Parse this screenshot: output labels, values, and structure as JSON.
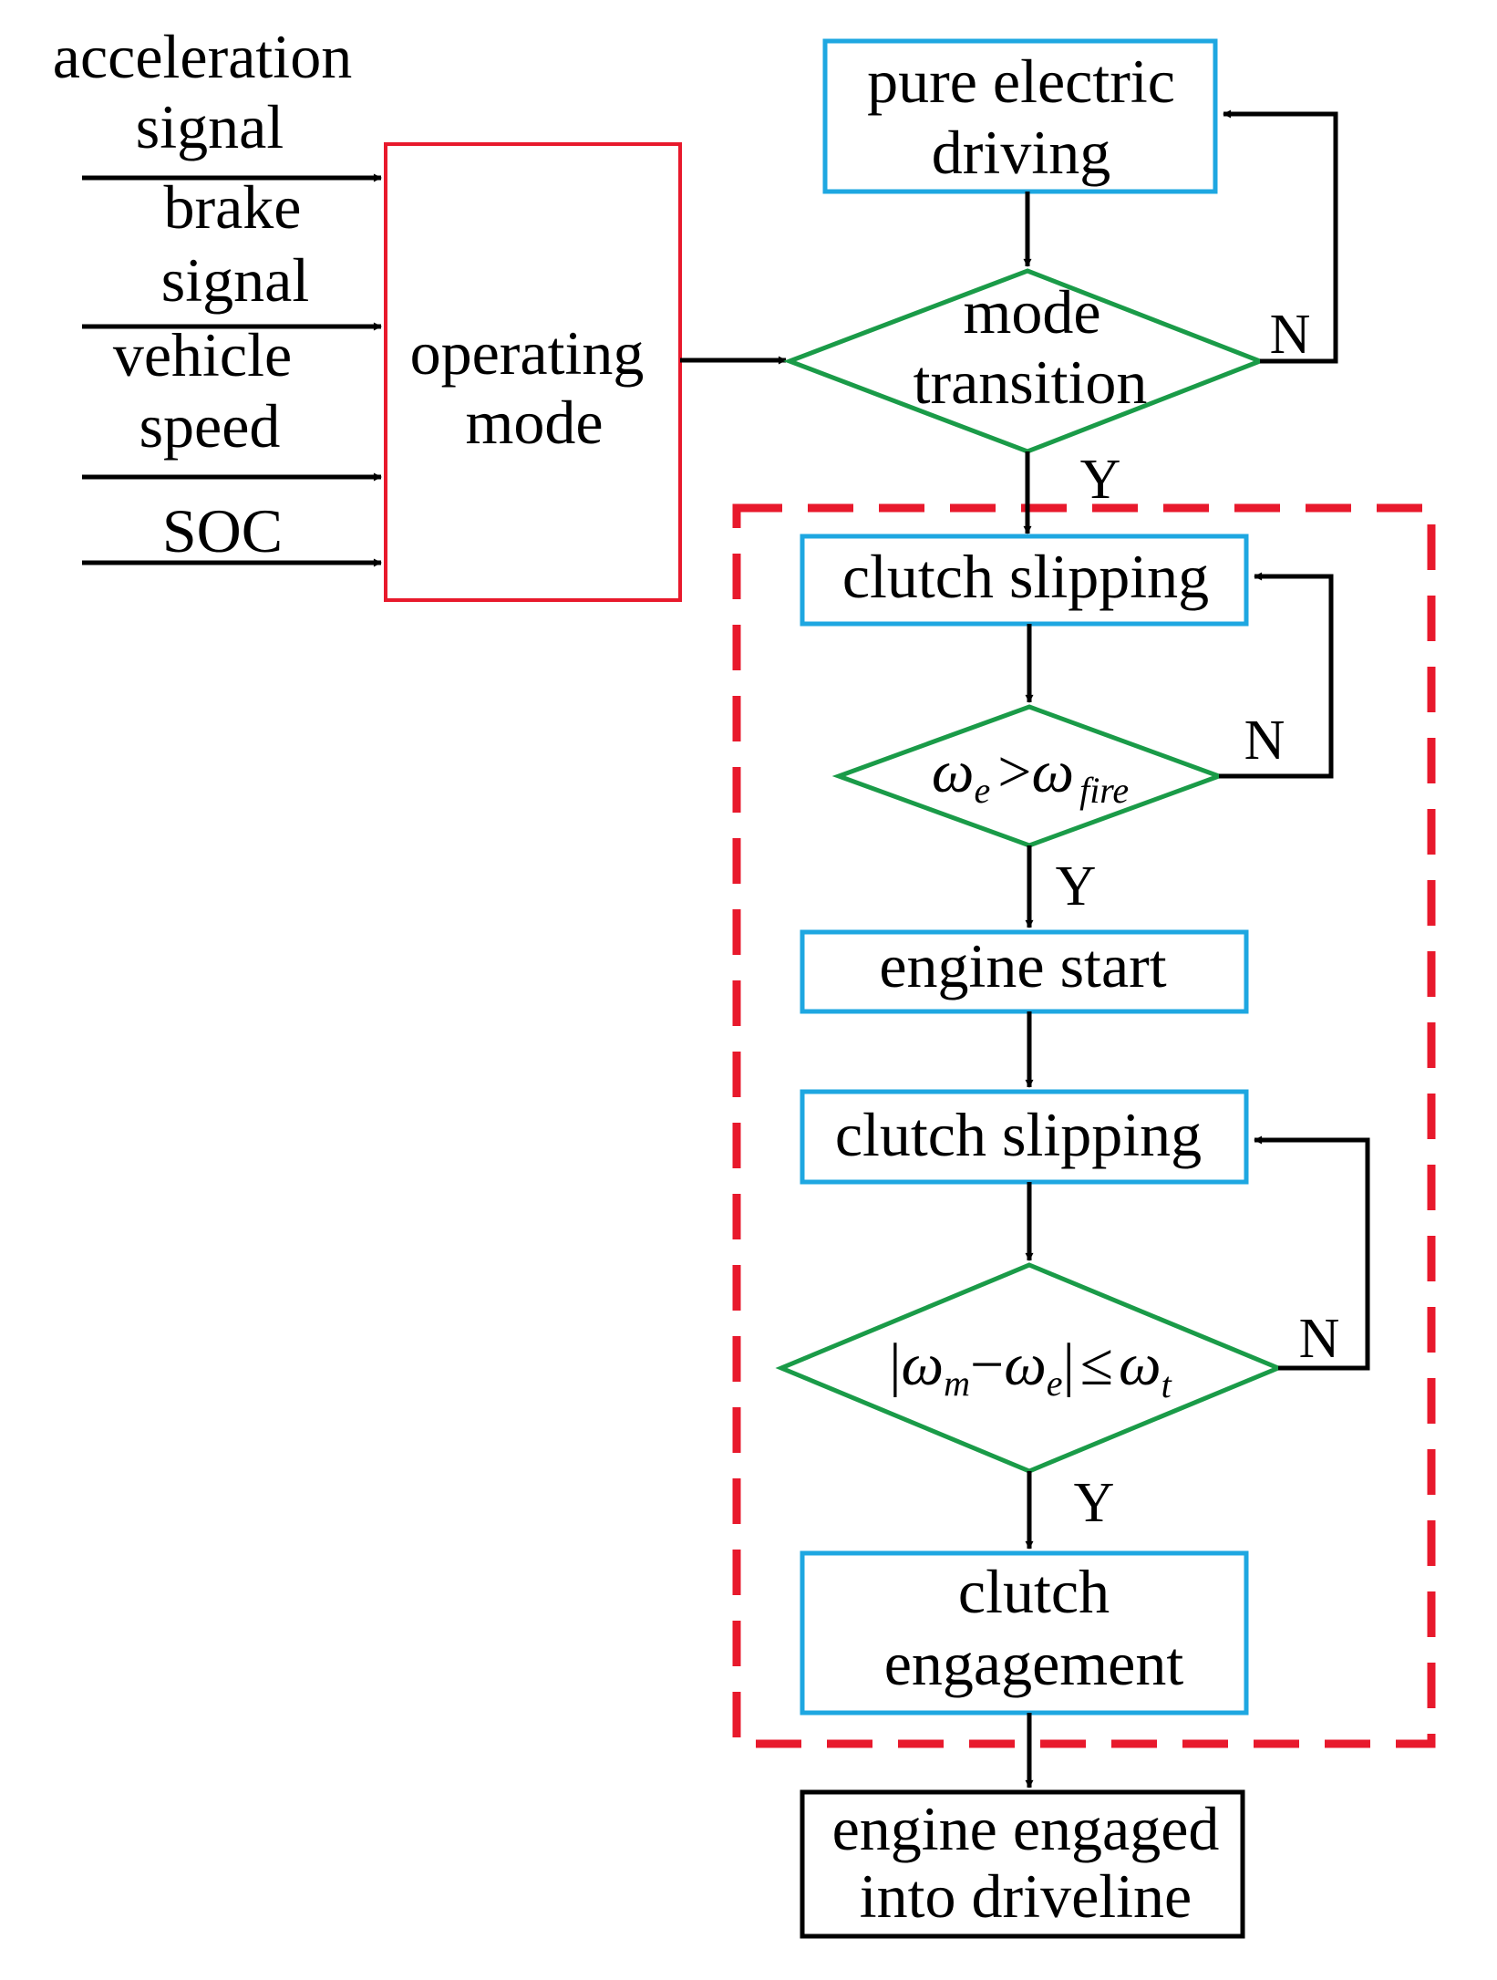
{
  "colors": {
    "input_box": "#e8192c",
    "process_box": "#1ea7e1",
    "decision": "#1a9b48",
    "dashed_region": "#e8192c",
    "final_box": "#000000",
    "lines": "#000000"
  },
  "inputs": {
    "acceleration_line1": "acceleration",
    "acceleration_line2": "signal",
    "brake_line1": "brake",
    "brake_line2": "signal",
    "speed_line1": "vehicle",
    "speed_line2": "speed",
    "soc": "SOC"
  },
  "operating_mode": {
    "line1": "operating",
    "line2": "mode"
  },
  "pure_electric": {
    "line1": "pure electric",
    "line2": "driving"
  },
  "mode_transition": {
    "line1": "mode",
    "line2": "transition"
  },
  "clutch_slipping_1": "clutch slipping",
  "speed_check": {
    "lhs": "ω",
    "lhs_sub": "e",
    "op": ">",
    "rhs": "ω",
    "rhs_sub": "fire"
  },
  "engine_start": "engine start",
  "clutch_slipping_2": "clutch slipping",
  "sync_check": {
    "bar_left": "|",
    "w_m": "ω",
    "w_m_sub": "m",
    "minus": "−",
    "w_e": "ω",
    "w_e_sub": "e",
    "bar_right": "|",
    "leq": "≤",
    "w_t": "ω",
    "w_t_sub": "t"
  },
  "clutch_engagement": {
    "line1": "clutch",
    "line2": "engagement"
  },
  "final": {
    "line1": "engine engaged",
    "line2": "into driveline"
  },
  "branch_labels": {
    "mode_n": "N",
    "mode_y": "Y",
    "fire_n": "N",
    "fire_y": "Y",
    "sync_n": "N",
    "sync_y": "Y"
  }
}
